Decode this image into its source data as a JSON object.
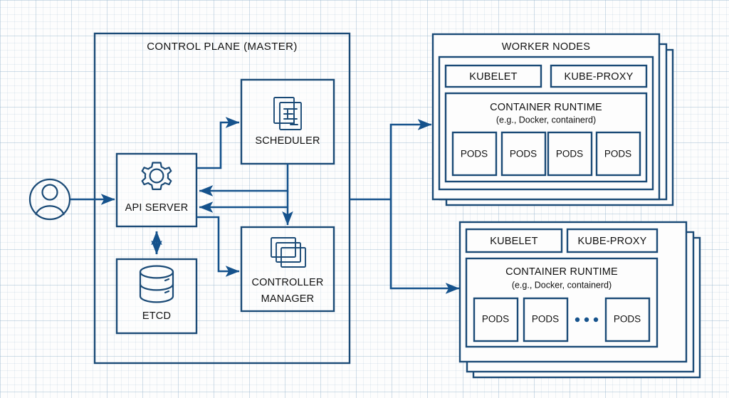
{
  "diagram": {
    "title_control_plane": "CONTROL PLANE (MASTER)",
    "title_worker_nodes": "WORKER NODES"
  },
  "control_plane": {
    "api_server": {
      "label": "API SERVER",
      "icon": "gear-icon"
    },
    "scheduler": {
      "label": "SCHEDULER",
      "icon": "documents-icon"
    },
    "controller_manager": {
      "label_line1": "CONTROLLER",
      "label_line2": "MANAGER",
      "icon": "stacked-windows-icon"
    },
    "etcd": {
      "label": "ETCD",
      "icon": "database-icon"
    }
  },
  "actor": {
    "icon": "user-icon"
  },
  "worker_groups": [
    {
      "id": "worker-node-group-top",
      "kubelet": "KUBELET",
      "kube_proxy": "KUBE-PROXY",
      "runtime_title": "CONTAINER RUNTIME",
      "runtime_subtitle": "(e.g., Docker, containerd)",
      "pods": [
        "PODS",
        "PODS",
        "PODS",
        "PODS"
      ],
      "ellipsis": false,
      "stack_count": 3
    },
    {
      "id": "worker-node-group-bottom",
      "kubelet": "KUBELET",
      "kube_proxy": "KUBE-PROXY",
      "runtime_title": "CONTAINER RUNTIME",
      "runtime_subtitle": "(e.g., Docker, containerd)",
      "pods": [
        "PODS",
        "PODS",
        "PODS"
      ],
      "ellipsis": true,
      "ellipsis_label": "...",
      "stack_count": 3
    }
  ],
  "colors": {
    "stroke": "#1a4a76",
    "connector": "#15528c",
    "text": "#111111",
    "background": "#fdfdfd",
    "grid": "#96b4cd"
  }
}
